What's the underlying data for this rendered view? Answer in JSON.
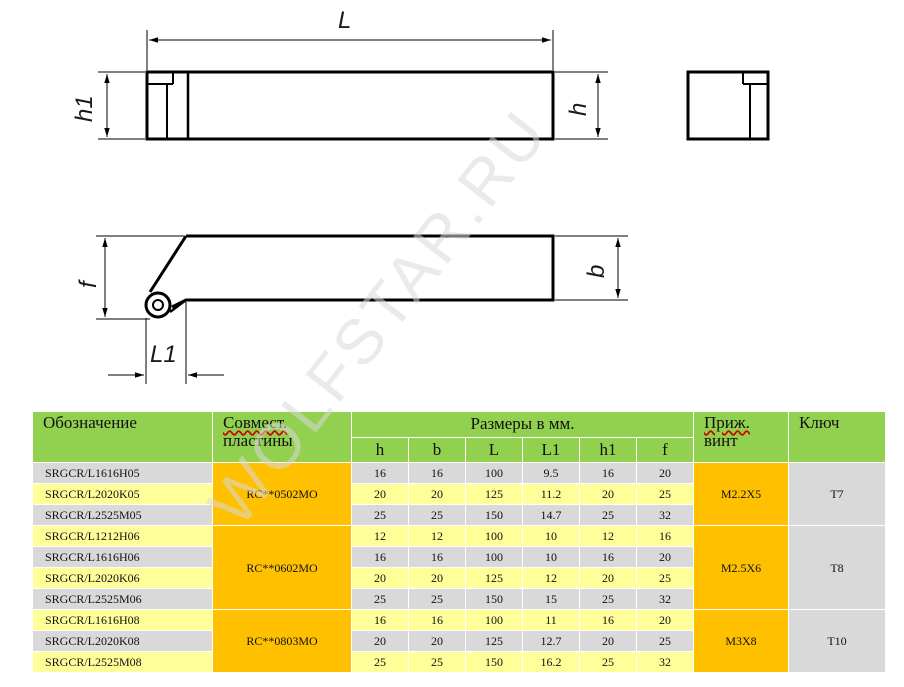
{
  "drawing": {
    "labels": {
      "L": "L",
      "h1": "h1",
      "h": "h",
      "f": "f",
      "b": "b",
      "L1": "L1"
    }
  },
  "watermark": "WOLFSTAR.RU",
  "table": {
    "headers": {
      "designation": "Обозначение",
      "insert_line1": "Совмест.",
      "insert_line2": "пластины",
      "dimensions": "Размеры в мм.",
      "screw_line1": "Приж.",
      "screw_line2": "винт",
      "key": "Ключ",
      "dim_cols": [
        "h",
        "b",
        "L",
        "L1",
        "h1",
        "f"
      ]
    },
    "groups": [
      {
        "insert": "RC**0502MO",
        "screw": "M2.2X5",
        "key": "T7",
        "rows": [
          {
            "name": "SRGCR/L1616H05",
            "h": "16",
            "b": "16",
            "L": "100",
            "L1": "9.5",
            "h1": "16",
            "f": "20"
          },
          {
            "name": "SRGCR/L2020K05",
            "h": "20",
            "b": "20",
            "L": "125",
            "L1": "11.2",
            "h1": "20",
            "f": "25"
          },
          {
            "name": "SRGCR/L2525M05",
            "h": "25",
            "b": "25",
            "L": "150",
            "L1": "14.7",
            "h1": "25",
            "f": "32"
          }
        ]
      },
      {
        "insert": "RC**0602MO",
        "screw": "M2.5X6",
        "key": "T8",
        "rows": [
          {
            "name": "SRGCR/L1212H06",
            "h": "12",
            "b": "12",
            "L": "100",
            "L1": "10",
            "h1": "12",
            "f": "16"
          },
          {
            "name": "SRGCR/L1616H06",
            "h": "16",
            "b": "16",
            "L": "100",
            "L1": "10",
            "h1": "16",
            "f": "20"
          },
          {
            "name": "SRGCR/L2020K06",
            "h": "20",
            "b": "20",
            "L": "125",
            "L1": "12",
            "h1": "20",
            "f": "25"
          },
          {
            "name": "SRGCR/L2525M06",
            "h": "25",
            "b": "25",
            "L": "150",
            "L1": "15",
            "h1": "25",
            "f": "32"
          }
        ]
      },
      {
        "insert": "RC**0803MO",
        "screw": "M3X8",
        "key": "T10",
        "rows": [
          {
            "name": "SRGCR/L1616H08",
            "h": "16",
            "b": "16",
            "L": "100",
            "L1": "11",
            "h1": "16",
            "f": "20"
          },
          {
            "name": "SRGCR/L2020K08",
            "h": "20",
            "b": "20",
            "L": "125",
            "L1": "12.7",
            "h1": "20",
            "f": "25"
          },
          {
            "name": "SRGCR/L2525M08",
            "h": "25",
            "b": "25",
            "L": "150",
            "L1": "16.2",
            "h1": "25",
            "f": "32"
          }
        ]
      }
    ]
  }
}
